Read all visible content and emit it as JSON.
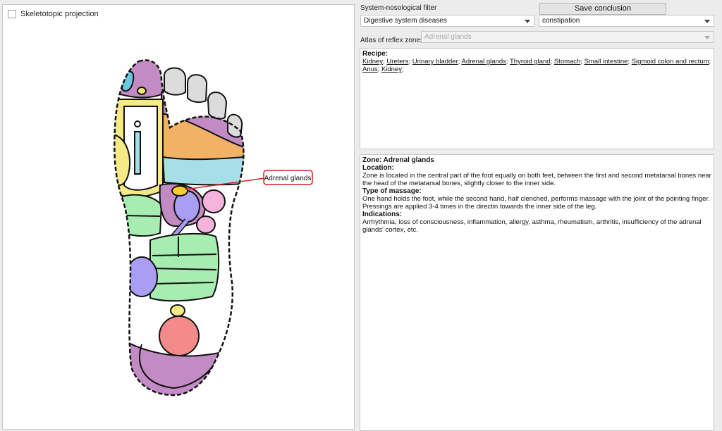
{
  "skeletotopic": {
    "label": "Skeletotopic projection"
  },
  "foot": {
    "callout_label": "Adrenal glands"
  },
  "filters": {
    "system_label": "System-nosological filter",
    "system_value": "Digestive system diseases",
    "condition_value": "constipation",
    "save_label": "Save conclusion",
    "atlas_label": "Atlas of reflex zones",
    "atlas_value": "Adrenal glands"
  },
  "recipe": {
    "title": "Recipe:",
    "items": [
      "Kidney",
      "Ureters",
      "Urinary bladder",
      "Adrenal glands",
      "Thyroid gland",
      "Stomach",
      "Small intestine",
      "Sigmoid colon and rectum",
      "Anus",
      "Kidney"
    ]
  },
  "zone": {
    "title": "Zone: Adrenal glands",
    "location_title": "Location:",
    "location_text": "Zone is located in the central part of the foot equally on both feet, between the first and second metatarsal bones near the head of the metatarsal bones, slightly closer to the inner side.",
    "massage_title": "Type of massage:",
    "massage_text": "One hand holds the foot, while the second hand, half clenched, performs massage with the joint of the pointing finger. Pressings are applied 3-4 times in the directin towards the inner side of the leg.",
    "indications_title": "Indications:",
    "indications_text": "Arrhythmia, loss of consciousness, inflammation, allergy, asthma, rheumatism, arthritis, insufficiency of the adrenal glands' cortex, etc."
  }
}
